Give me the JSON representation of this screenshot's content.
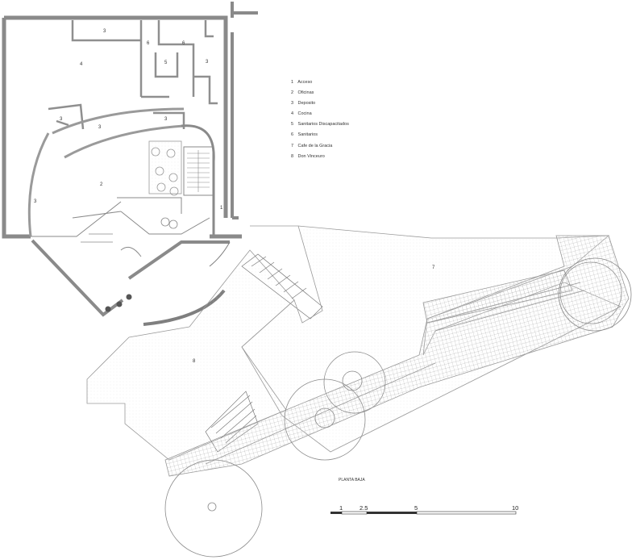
{
  "legend": [
    {
      "num": "1",
      "label": "Acceso"
    },
    {
      "num": "2",
      "label": "Oficinas"
    },
    {
      "num": "3",
      "label": "Deposito"
    },
    {
      "num": "4",
      "label": "Cocina"
    },
    {
      "num": "5",
      "label": "Sanitarios Discapacitados"
    },
    {
      "num": "6",
      "label": "Sanitarios"
    },
    {
      "num": "7",
      "label": "Cafe de la Gracia"
    },
    {
      "num": "8",
      "label": "Don Vinceuro"
    }
  ],
  "caption": "PLANTA BAJA",
  "room_numbers": {
    "deposit_top": "3",
    "bath_left": "6",
    "bath_right": "6",
    "deposit_right": "3",
    "kitchen": "4",
    "accessible_wc": "5",
    "deposit_mid_left": "3",
    "deposit_mid_right": "3",
    "deposit_band": "3",
    "offices": "2",
    "deposit_curve": "3",
    "access": "1",
    "cafe": "7",
    "terrace": "8"
  },
  "scale_bar": {
    "ticks": [
      "1",
      "2.5",
      "5",
      "10"
    ],
    "unit_hint": "m"
  },
  "colors": {
    "wall": "#8a8a8a",
    "line": "#6f6f6f",
    "hatch": "#bdbdbd",
    "fill_dot": "#f2f2f2"
  }
}
